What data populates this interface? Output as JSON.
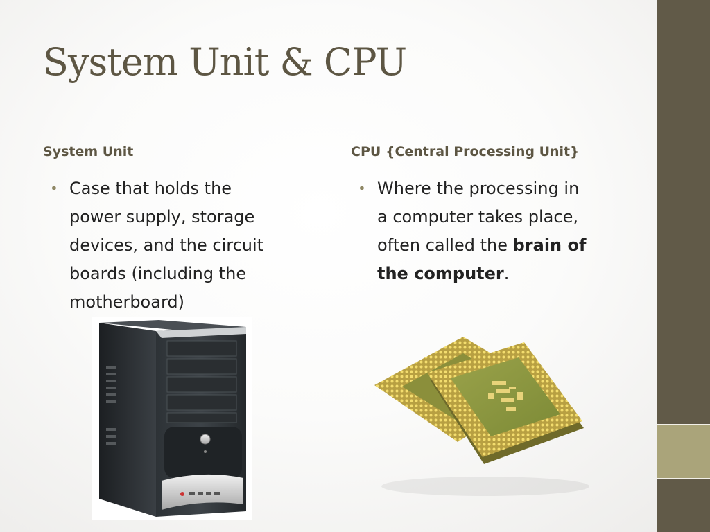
{
  "slide": {
    "title": "System Unit & CPU",
    "left": {
      "heading": "System Unit",
      "bullet": "Case that holds the power supply, storage devices, and the circuit boards (including the motherboard)",
      "image_icon": "computer-tower-icon"
    },
    "right": {
      "heading": "CPU {Central Processing Unit}",
      "bullet_pre": "Where the processing in a computer takes place, often called the ",
      "bullet_bold": "brain of the computer",
      "bullet_post": ".",
      "image_icon": "cpu-chip-icon"
    }
  },
  "colors": {
    "title": "#5d5643",
    "sidebar": "#615a48",
    "sidebar_accent": "#aaa47a",
    "bullet_dot": "#8f8866"
  }
}
